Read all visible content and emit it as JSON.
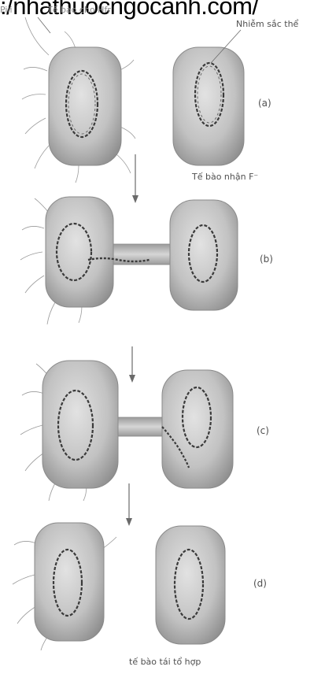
{
  "watermark_url": ":/nhathuocngocanh.com/",
  "labels": {
    "pili": "Pili",
    "donor_cell": "Tế bào cho Hfr",
    "chromosome": "Nhiễm sắc thể",
    "recipient_cell": "Tế bào nhận F⁻",
    "recombinant_cell": "tế bào tái tổ hợp"
  },
  "panels": [
    "(a)",
    "(b)",
    "(c)",
    "(d)"
  ],
  "colors": {
    "cell_fill": "#bdbdbd",
    "cell_edge": "#8a8a8a",
    "dna": "#3a3a3a",
    "text": "#505050"
  }
}
